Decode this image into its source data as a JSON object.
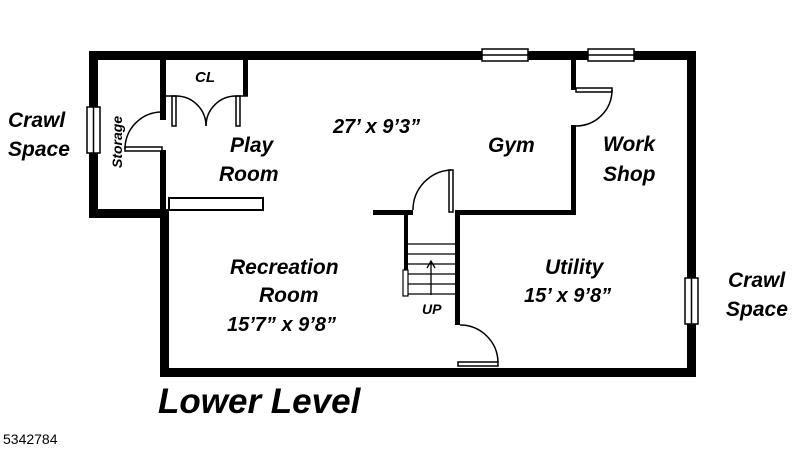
{
  "labels": {
    "crawl_space_left": [
      "Crawl",
      "Space"
    ],
    "crawl_space_right": [
      "Crawl",
      "Space"
    ],
    "storage": "Storage",
    "closet": "CL",
    "play_room": [
      "Play",
      "Room"
    ],
    "play_gym_dimensions": "27’ x 9’3”",
    "gym": "Gym",
    "work_shop": [
      "Work",
      "Shop"
    ],
    "recreation_room": [
      "Recreation",
      "Room"
    ],
    "recreation_room_dimensions": "15’7” x 9’8”",
    "utility": "Utility",
    "utility_dimensions": "15’ x 9’8”",
    "stairs_up": "UP",
    "level_title": "Lower Level",
    "listing_number": "5342784"
  },
  "colors": {
    "wall": "#000000",
    "background": "#ffffff"
  }
}
